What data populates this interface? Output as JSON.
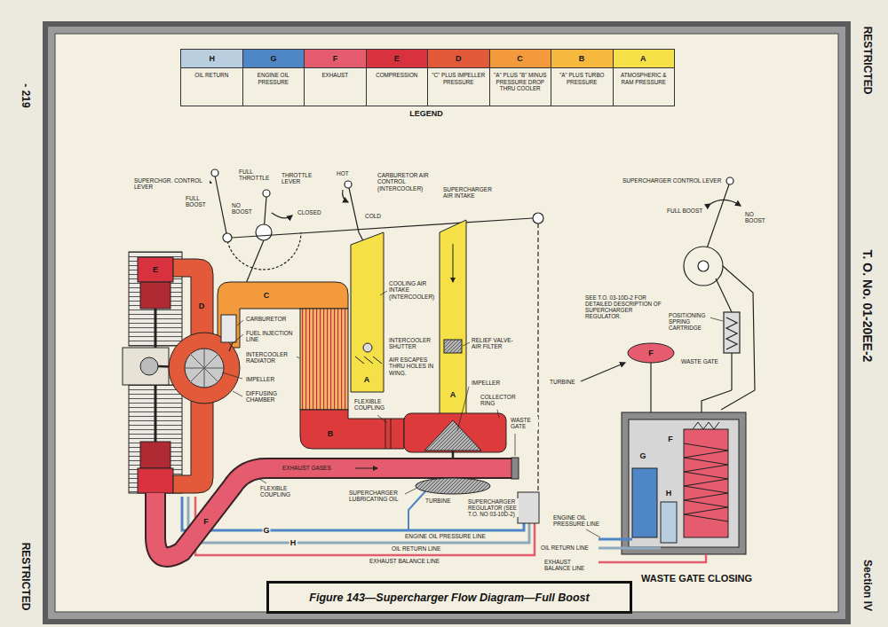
{
  "diagram": {
    "caption": "Figure 143—Supercharger Flow Diagram—Full Boost",
    "labels": [
      "- 219",
      "RESTRICTED",
      "RESTRICTED",
      "T. O. No. 01-20EE-2",
      "Section IV",
      "H",
      "G",
      "F",
      "E",
      "D",
      "C",
      "B",
      "A",
      "LEGEND",
      "SUPERCHGR. CONTROL LEVER",
      "FULL BOOST",
      "FULL THROTTLE",
      "THROTTLE LEVER",
      "NO BOOST",
      "CLOSED",
      "HOT",
      "COLD",
      "CARBURETOR AIR CONTROL (INTERCOOLER)",
      "SUPERCHARGER AIR INTAKE",
      "COOLING AIR INTAKE (INTERCOOLER)",
      "INTERCOOLER SHUTTER",
      "AIR ESCAPES THRU HOLES IN WING.",
      "RELIEF VALVE-AIR FILTER",
      "CARBURETOR",
      "FUEL INJECTION LINE",
      "INTERCOOLER RADIATOR",
      "IMPELLER",
      "DIFFUSING CHAMBER",
      "FLEXIBLE COUPLING",
      "IMPELLER",
      "COLLECTOR RING",
      "WASTE GATE",
      "EXHAUST GASES",
      "FLEXIBLE COUPLING",
      "SUPERCHARGER LUBRICATING OIL",
      "TURBINE",
      "SUPERCHARGER REGULATOR (SEE T.O. NO 03-10D-2)",
      "ENGINE OIL PRESSURE LINE",
      "OIL RETURN LINE",
      "EXHAUST BALANCE LINE",
      "A",
      "A",
      "B",
      "C",
      "D",
      "E",
      "F",
      "G",
      "H",
      "SUPERCHARGER CONTROL LEVER",
      "FULL BOOST",
      "NO BOOST",
      "SEE T.O. 03-10D-2 FOR DETAILED DESCRIPTION OF SUPERCHARGER REGULATOR.",
      "POSITIONING SPRING CARTRIDGE",
      "WASTE GATE",
      "TURBINE",
      "F",
      "F",
      "G",
      "H",
      "ENGINE OIL PRESSURE LINE",
      "OIL RETURN LINE",
      "EXHAUST BALANCE LINE",
      "WASTE GATE CLOSING"
    ],
    "legend": [
      {
        "text": "OIL RETURN",
        "color": "#b9cfe0"
      },
      {
        "text": "ENGINE OIL PRESSURE",
        "color": "#4f86c6"
      },
      {
        "text": "EXHAUST",
        "color": "#e45c6e"
      },
      {
        "text": "COMPRESSION",
        "color": "#d9323f"
      },
      {
        "text": "\"C\" PLUS IMPELLER PRESSURE",
        "color": "#e35a3a"
      },
      {
        "text": "\"A\" PLUS \"B\" MINUS PRESSURE DROP THRU COOLER",
        "color": "#f29a3c"
      },
      {
        "text": "\"A\" PLUS TURBO PRESSURE",
        "color": "#f6b93e"
      },
      {
        "text": "ATMOSPHERIC & RAM PRESSURE",
        "color": "#f5e048"
      }
    ]
  }
}
